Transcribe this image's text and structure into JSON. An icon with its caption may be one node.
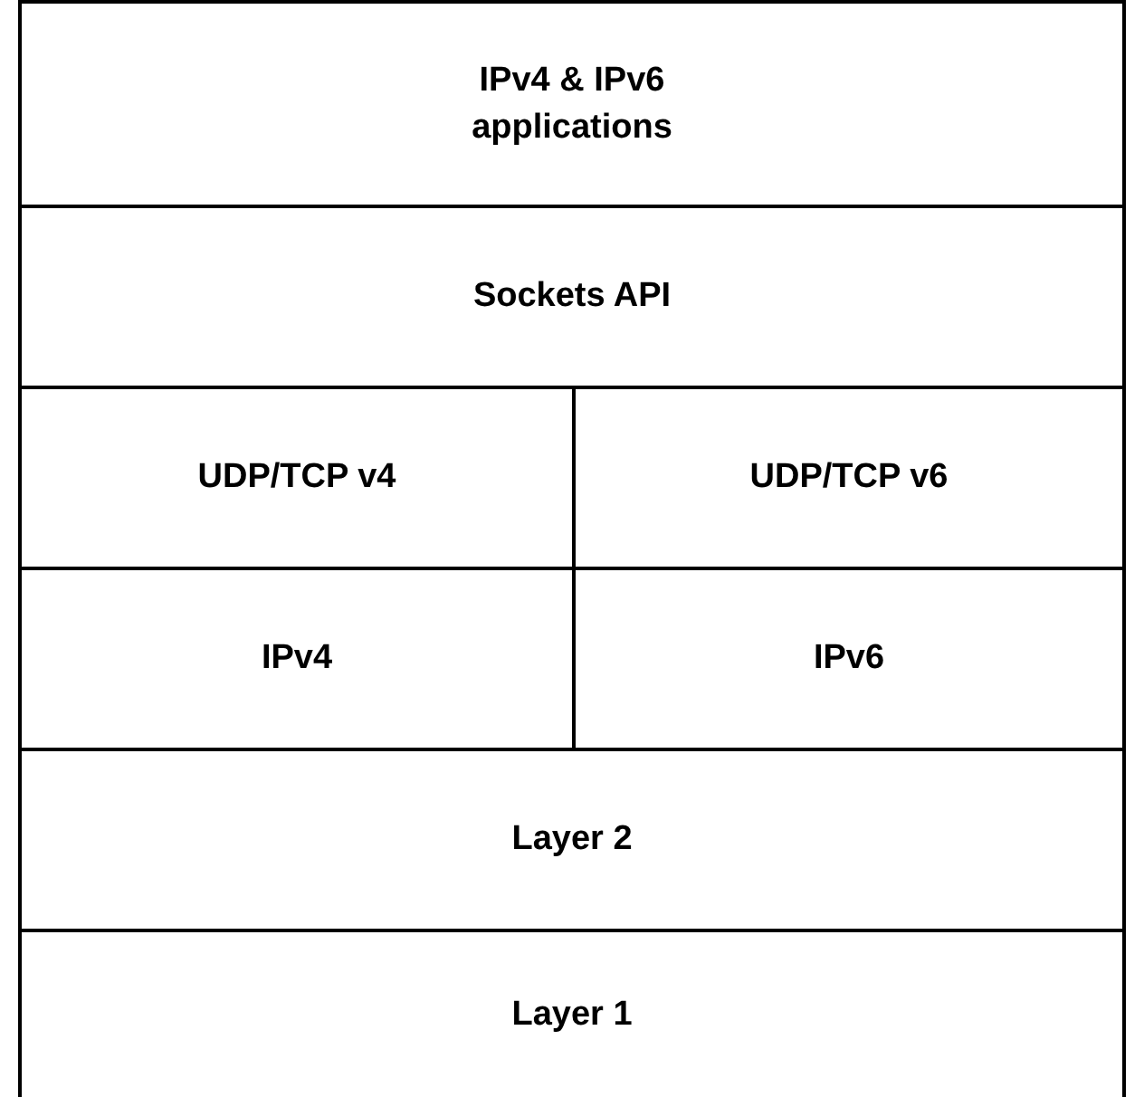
{
  "diagram": {
    "nodes": [
      {
        "text": [
          "IPv4 & IPv6 applications"
        ]
      },
      {
        "text": [
          "Sockets API"
        ]
      },
      {
        "text": [
          "UDP/TCP v4"
        ]
      },
      {
        "text": [
          "UDP/TCP v6"
        ]
      },
      {
        "text": [
          "IPv4"
        ]
      },
      {
        "text": [
          "IPv6"
        ]
      },
      {
        "text": [
          "Layer 2"
        ]
      },
      {
        "text": [
          "Layer 1"
        ]
      }
    ]
  }
}
